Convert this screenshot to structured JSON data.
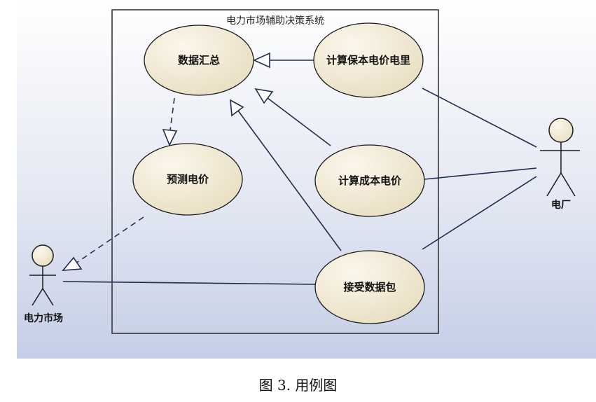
{
  "diagram": {
    "system_title": "电力市场辅助决策系统",
    "use_cases": {
      "data_summary": "数据汇总",
      "calc_guarantee": "计算保本电价电里",
      "predict_price": "预测电价",
      "calc_cost": "计算成本电价",
      "receive_packet": "接受数据包"
    },
    "actors": {
      "power_market": "电力市场",
      "power_plant": "电厂"
    }
  },
  "figure": {
    "caption": "图 3. 用例图"
  },
  "colors": {
    "ellipse_fill": "#efe6cf",
    "line": "#1f2d50",
    "background_top": "#ffffff",
    "background_bottom": "#c5cee7"
  }
}
